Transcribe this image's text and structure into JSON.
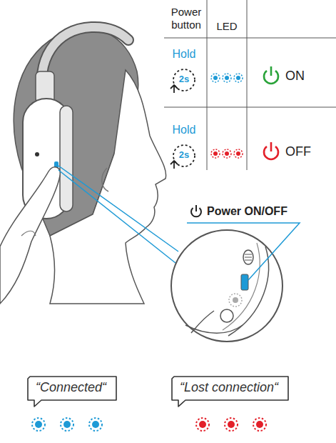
{
  "diagram": {
    "nodes": [
      {
        "text": [
          "“Connected“"
        ]
      },
      {
        "text": [
          "“Lost connection“"
        ]
      }
    ],
    "labels": [
      "Power button",
      "LED",
      "Hold",
      "2s",
      "ON",
      "Hold",
      "2s",
      "OFF",
      "Power ON/OFF"
    ]
  }
}
